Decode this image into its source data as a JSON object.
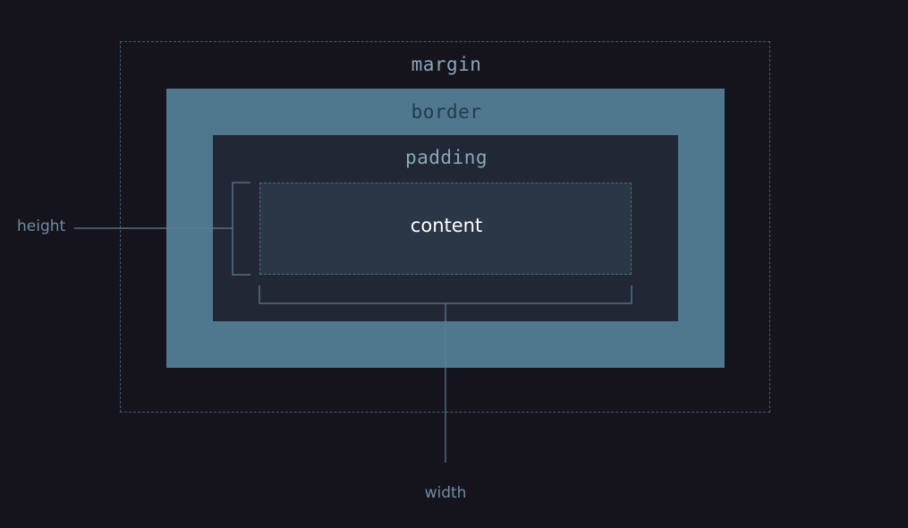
{
  "diagram": {
    "labels": {
      "margin": "margin",
      "border": "border",
      "padding": "padding",
      "content": "content",
      "height": "height",
      "width": "width"
    },
    "colors": {
      "background": "#15141d",
      "margin_outline": "#3e5e72",
      "border_fill": "#4f778e",
      "padding_fill": "#222735",
      "content_fill": "#2b3646",
      "guide_line": "#5a7f95"
    }
  }
}
